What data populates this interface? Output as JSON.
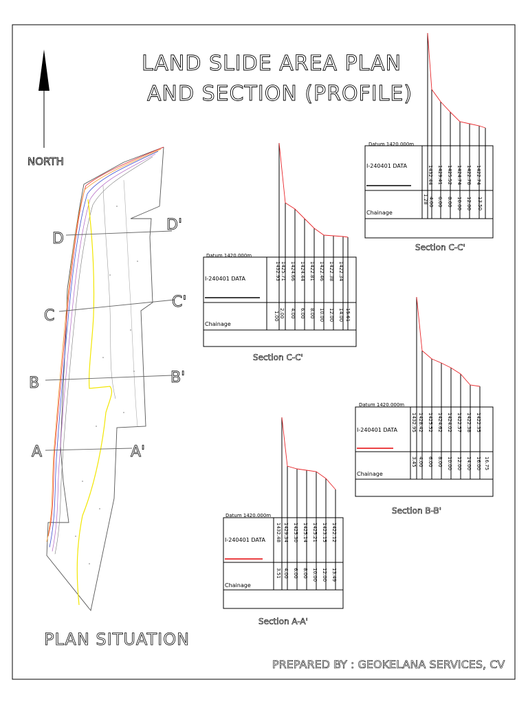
{
  "title_line1": "LAND SLIDE AREA PLAN",
  "title_line2": "AND SECTION (PROFILE)",
  "north_label": "NORTH",
  "plan_label": "PLAN SITUATION",
  "prepared_by": "PREPARED BY : GEOKELANA SERVICES, CV",
  "section_marks": [
    {
      "start": "D",
      "end": "D'"
    },
    {
      "start": "C",
      "end": "C'"
    },
    {
      "start": "B",
      "end": "B'"
    },
    {
      "start": "A",
      "end": "A'"
    }
  ],
  "colors": {
    "red": "#e8262a",
    "yellow": "#f2e600",
    "blue": "#3b4fd0",
    "orange": "#f29a2e",
    "grey": "#8a8a8a"
  },
  "sections": [
    {
      "id": "cc-right",
      "datum": "Datum 1420.000m",
      "data_label": "I-240401 DATA",
      "chainage_label": "Chainage",
      "caption": "Section C-C'",
      "underline_color": "#000000",
      "elevations": [
        "1432.44",
        "1429.41",
        "1425.52",
        "1424.74",
        "1422.78",
        "1422.74"
      ],
      "chainages": [
        "1.28",
        "4.00",
        "6.00",
        "8.00",
        "10.00",
        "12.00",
        "13.50"
      ]
    },
    {
      "id": "cc-left",
      "datum": "Datum 1420.000m",
      "data_label": "I-240401 DATA",
      "chainage_label": "Chainage",
      "caption": "Section C-C'",
      "underline_color": "#000000",
      "elevations": [
        "1432.93",
        "1425.71",
        "1424.66",
        "1424.44",
        "1422.81",
        "1422.46",
        "1422.38",
        "1422.34"
      ],
      "chainages": [
        "1.00",
        "2.00",
        "4.00",
        "6.00",
        "8.00",
        "10.00",
        "12.00",
        "14.00",
        "15.61"
      ]
    },
    {
      "id": "bb",
      "datum": "Datum 1420.000m",
      "data_label": "I-240401 DATA",
      "chainage_label": "Chainage",
      "caption": "Section B-B'",
      "underline_color": "#e8262a",
      "elevations": [
        "1432.95",
        "1428.42",
        "1425.52",
        "1424.62",
        "1424.02",
        "1422.57",
        "1422.38",
        "1422.35"
      ],
      "chainages": [
        "3.45",
        "4.00",
        "6.00",
        "8.00",
        "10.00",
        "12.00",
        "14.00",
        "16.00",
        "16.75"
      ]
    },
    {
      "id": "aa",
      "datum": "Datum 1420.000m",
      "data_label": "I-240401 DATA",
      "chainage_label": "Chainage",
      "caption": "Section A-A'",
      "underline_color": "#e8262a",
      "elevations": [
        "1432.48",
        "1429.34",
        "1425.30",
        "1425.14",
        "1425.21",
        "1423.15",
        "1422.12"
      ],
      "chainages": [
        "3.51",
        "4.00",
        "6.00",
        "8.00",
        "10.00",
        "12.00",
        "13.49"
      ]
    }
  ]
}
